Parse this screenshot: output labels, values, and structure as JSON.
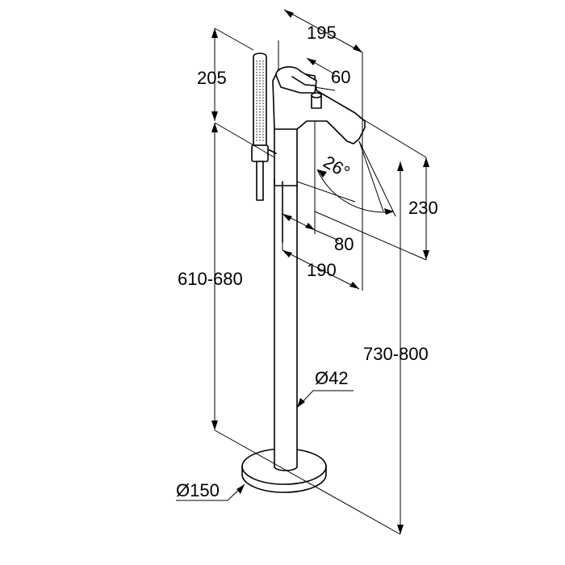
{
  "dimensions": {
    "width_top": "195",
    "lever_width": "60",
    "hand_shower_height": "205",
    "spout_height": "230",
    "spout_angle": "26°",
    "column_offset": "80",
    "spout_reach": "190",
    "handle_height": "610-680",
    "total_height": "730-800",
    "column_diameter": "Ø42",
    "base_diameter": "Ø150"
  }
}
